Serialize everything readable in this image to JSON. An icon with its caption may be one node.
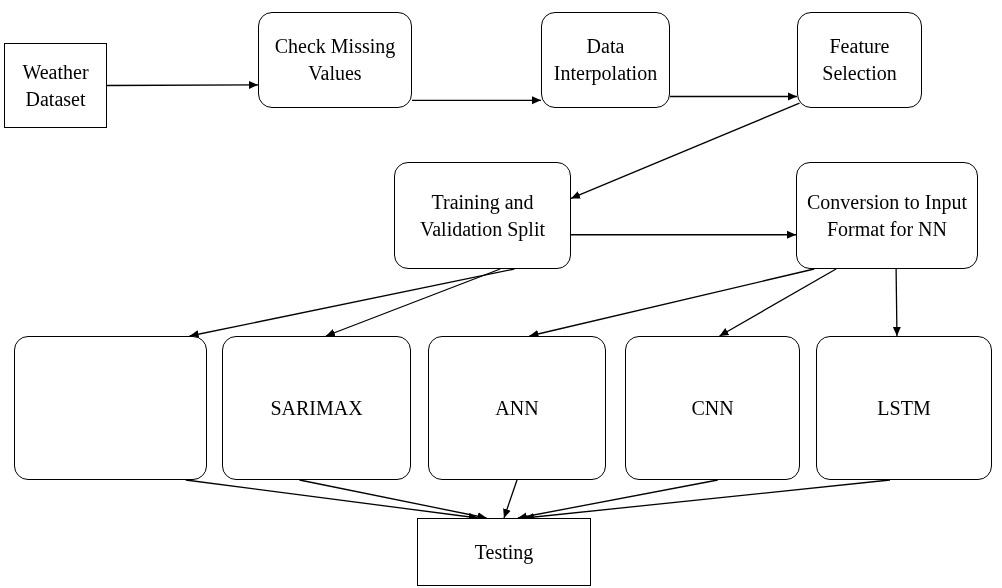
{
  "diagram": {
    "nodes": [
      {
        "text": [
          "Weather Dataset"
        ]
      },
      {
        "text": [
          "Check Missing Values"
        ]
      },
      {
        "text": [
          "Data Interpolation"
        ]
      },
      {
        "text": [
          "Feature Selection"
        ]
      },
      {
        "text": [
          "Training and Validation Split"
        ]
      },
      {
        "text": [
          "Conversion to Input Format for NN"
        ]
      },
      {
        "text": [],
        "shape": "box"
      },
      {
        "text": [
          "SARIMAX"
        ]
      },
      {
        "text": [
          "ANN"
        ]
      },
      {
        "text": [
          "CNN"
        ]
      },
      {
        "text": [
          "LSTM"
        ]
      },
      {
        "text": [
          "Testing"
        ]
      }
    ],
    "edges": [
      {
        "from": 0,
        "to": 1,
        "arrow": "to"
      },
      {
        "from": 1,
        "to": 2,
        "arrow": "to"
      },
      {
        "from": 2,
        "to": 3,
        "arrow": "to"
      },
      {
        "from": 3,
        "to": 4,
        "arrow": "to"
      },
      {
        "from": 4,
        "to": 5,
        "arrow": "to"
      },
      {
        "from": 4,
        "to": 6,
        "arrow": "to"
      },
      {
        "from": 4,
        "to": 7,
        "arrow": "to"
      },
      {
        "from": 5,
        "to": 8,
        "arrow": "to"
      },
      {
        "from": 5,
        "to": 9,
        "arrow": "to"
      },
      {
        "from": 5,
        "to": 10,
        "arrow": "to"
      },
      {
        "from": 6,
        "to": 11,
        "arrow": "to"
      },
      {
        "from": 7,
        "to": 11,
        "arrow": "to"
      },
      {
        "from": 8,
        "to": 11,
        "arrow": "to"
      },
      {
        "from": 9,
        "to": 11,
        "arrow": "to"
      },
      {
        "from": 10,
        "to": 11,
        "arrow": "to"
      }
    ]
  }
}
